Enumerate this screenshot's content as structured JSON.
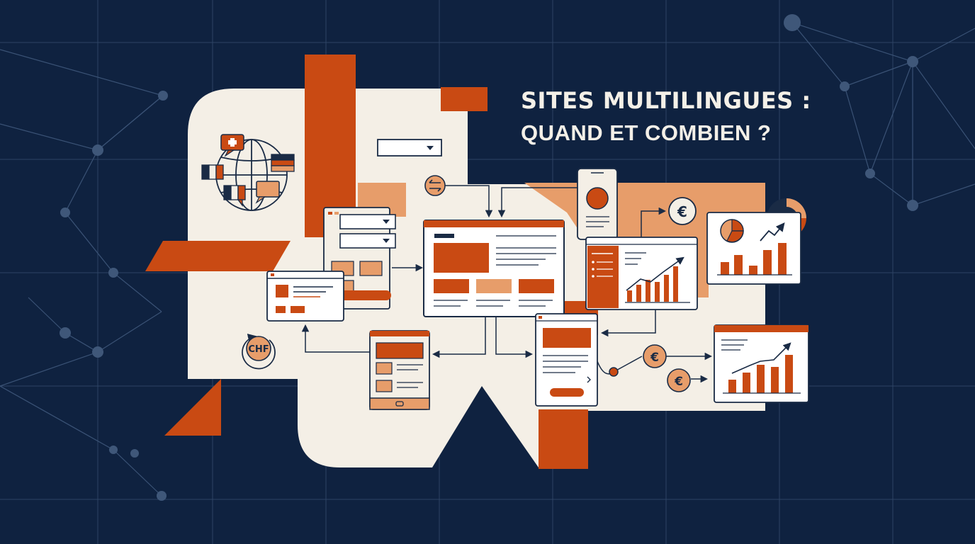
{
  "title": {
    "line1": "SITES MULTILINGUES :",
    "line2": "QUAND ET COMBIEN ?"
  },
  "badges": {
    "chf": "CHF",
    "euro": "€"
  },
  "colors": {
    "background": "#0f2240",
    "cream": "#f4efe6",
    "accent": "#c94a13",
    "accent_light": "#e79d6a",
    "outline": "#1a2b45",
    "grid": "#2d4364"
  },
  "icons": [
    "globe-icon",
    "speech-bubble-icon",
    "flag-icon",
    "swiss-cross-icon",
    "dropdown-icon",
    "swap-arrows-icon",
    "euro-coin-icon",
    "chf-coin-icon",
    "pie-chart-icon",
    "trend-arrow-icon",
    "bar-chart-icon",
    "smartphone-icon",
    "tablet-icon",
    "network-node-icon"
  ]
}
